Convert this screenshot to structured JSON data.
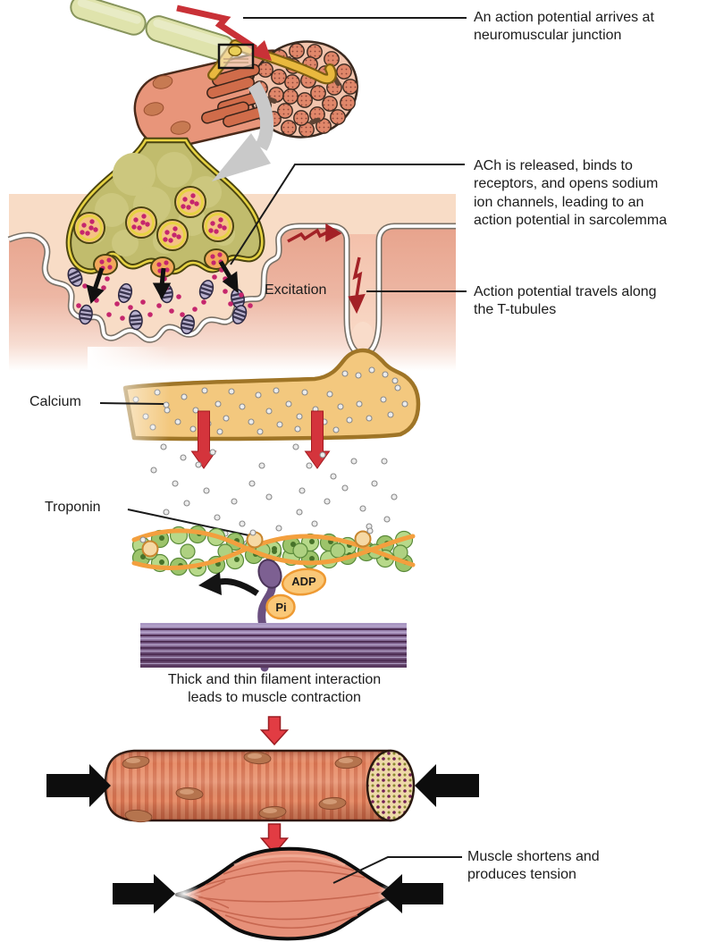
{
  "labels": {
    "arrival": "An action potential arrives at neuromuscular junction",
    "ach": "ACh is released, binds to receptors, and opens sodium ion channels, leading to an action potential in sarcolemma",
    "t_tubules": "Action potential travels along the T-tubules",
    "excitation": "Excitation",
    "calcium": "Calcium",
    "troponin": "Troponin",
    "adp": "ADP",
    "pi": "Pi",
    "caption_line1": "Thick and thin filament interaction",
    "caption_line2": "leads to muscle contraction",
    "muscle_shortens": "Muscle shortens and produces tension"
  },
  "colors": {
    "text": "#1c1c1c",
    "leader_line": "#1a1a1a",
    "red_arrow": "#d4343c",
    "dark_red_bolt": "#a32126",
    "black_arrow": "#0d0d0d",
    "background_pink": "#f8dcc6",
    "muscle_pink": "#e7a28b",
    "synaptic_bulb_olive": "#c1bc6d",
    "vesicle_orange": "#f5c183",
    "ach_dot_magenta": "#c5266d",
    "receptor_purple": "#b9b1ce",
    "sr_tan": "#f3c87e",
    "sr_border": "#9f7527",
    "calcium_dot": "#ececec",
    "actin_green": "#a9cf7d",
    "tropomyosin_orange": "#f39f3e",
    "troponin_tan": "#f6d9a4",
    "myosin_purple": "#7d6092",
    "thick_filament_purple": "#8a6f9b",
    "adp_pi_orange": "#fac878",
    "muscle_fiber_salmon": "#e8906c",
    "axon_myelin_green": "#dfe3ac",
    "terminal_yellow": "#e9b83e",
    "zoom_arrow_gray": "#c9c9c9"
  }
}
